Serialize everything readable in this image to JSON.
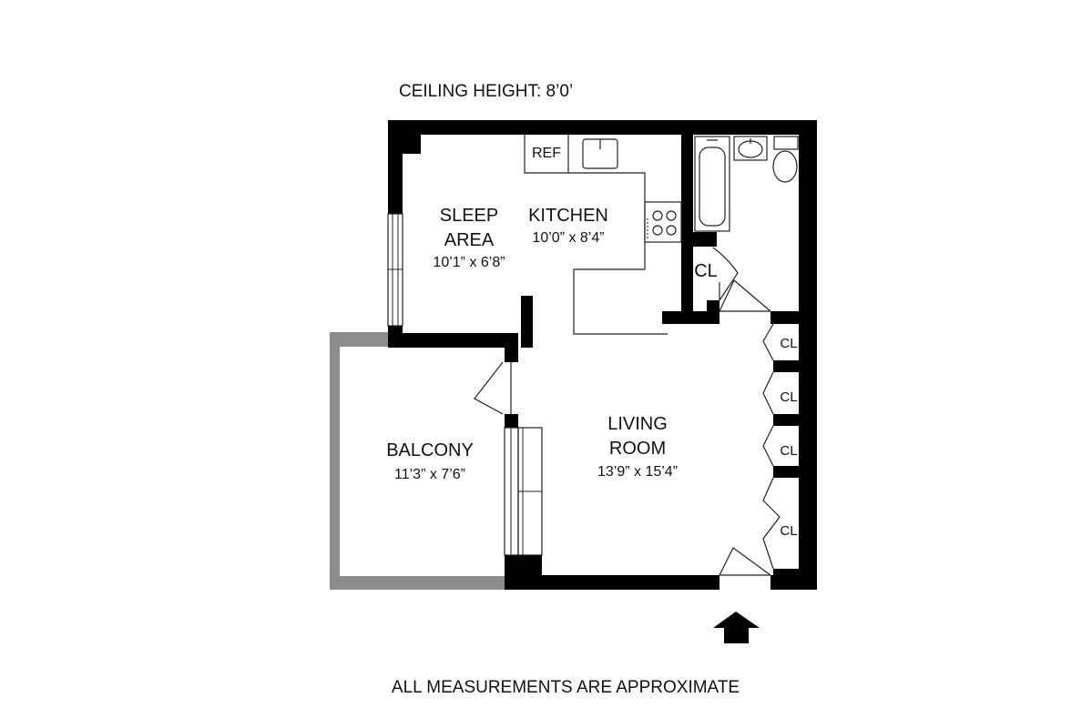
{
  "header": {
    "ceiling": "CEILING HEIGHT: 8’0’"
  },
  "footer": {
    "note": "ALL MEASUREMENTS ARE APPROXIMATE"
  },
  "rooms": {
    "sleep": {
      "line1": "SLEEP",
      "line2": "AREA",
      "dim": "10’1” x 6’8”"
    },
    "kitchen": {
      "name": "KITCHEN",
      "dim": "10’0” x 8’4”"
    },
    "living": {
      "line1": "LIVING",
      "line2": "ROOM",
      "dim": "13’9” x 15’4”"
    },
    "balcony": {
      "name": "BALCONY",
      "dim": "11’3” x 7’6”"
    }
  },
  "fixtures": {
    "ref": "REF"
  },
  "closets": {
    "cl": "CL"
  },
  "colors": {
    "wall": "#000000",
    "balcony_wall": "#8c8c8c",
    "line": "#222222"
  },
  "icons": {
    "entry": "entry-arrow-icon"
  }
}
